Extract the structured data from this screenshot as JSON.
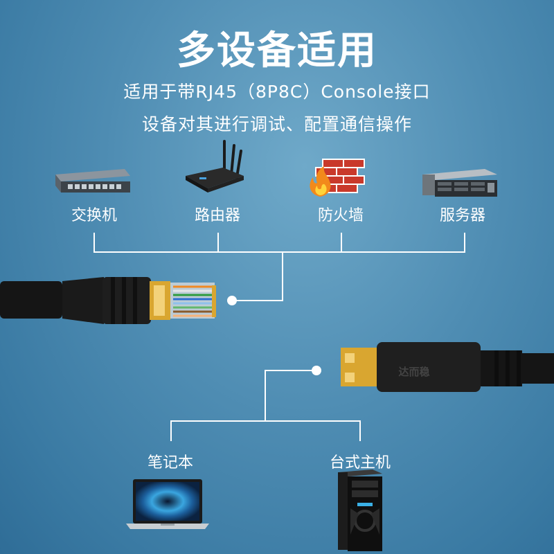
{
  "header": {
    "title": "多设备适用",
    "subtitle_line1": "适用于带RJ45（8P8C）Console接口",
    "subtitle_line2": "设备对其进行调试、配置通信操作"
  },
  "top_devices": [
    {
      "label": "交换机",
      "icon": "network-switch-icon"
    },
    {
      "label": "路由器",
      "icon": "wifi-router-icon"
    },
    {
      "label": "防火墙",
      "icon": "firewall-icon"
    },
    {
      "label": "服务器",
      "icon": "rack-server-icon"
    }
  ],
  "bottom_devices": [
    {
      "label": "笔记本",
      "icon": "laptop-icon"
    },
    {
      "label": "台式主机",
      "icon": "desktop-tower-icon"
    }
  ],
  "usb_brand": "达而稳",
  "colors": {
    "background": "#4f8db3",
    "text": "#ffffff",
    "cable": "#151515",
    "gold": "#d9a630"
  }
}
